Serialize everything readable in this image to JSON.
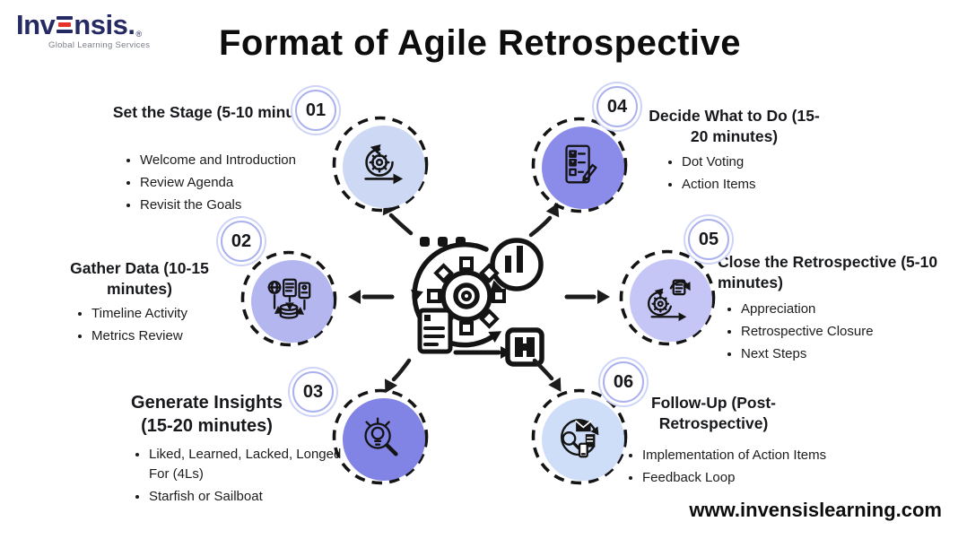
{
  "header": {
    "logo": {
      "brand_prefix": "Inv",
      "brand_suffix": "nsis",
      "brand_dot": ".",
      "registered": "®",
      "tagline": "Global Learning Services"
    },
    "title": "Format of Agile Retrospective"
  },
  "footer": {
    "website": "www.invensislearning.com"
  },
  "center": {
    "icon": "agile-process-gear-illustration"
  },
  "colors": {
    "background": "#ffffff",
    "title_text": "#0d0d0d",
    "body_text": "#1c1c1c",
    "logo_navy": "#252a63",
    "logo_red": "#e8312a",
    "logo_tagline_gray": "#7a7d88",
    "badge_ring": "#ced4f7",
    "dashed_circle": "#141414",
    "arrow": "#1c1c1c"
  },
  "steps": [
    {
      "number": "01",
      "title": "Set the Stage (5-10 minutes)",
      "bullets": [
        "Welcome and Introduction",
        "Review Agenda",
        "Revisit the Goals"
      ],
      "circle_color": "#ccd8f4",
      "icon": "sprint-icon"
    },
    {
      "number": "02",
      "title": "Gather Data (10-15 minutes)",
      "bullets": [
        "Timeline Activity",
        "Metrics Review"
      ],
      "circle_color": "#b4b6f0",
      "icon": "data-gathering-icon"
    },
    {
      "number": "03",
      "title": "Generate Insights (15-20 minutes)",
      "bullets": [
        "Liked, Learned, Lacked, Longed For (4Ls)",
        "Starfish or Sailboat"
      ],
      "circle_color": "#8184e4",
      "icon": "insight-magnifier-icon"
    },
    {
      "number": "04",
      "title": "Decide What to Do (15-20 minutes)",
      "bullets": [
        "Dot Voting",
        "Action Items"
      ],
      "circle_color": "#8b8bea",
      "icon": "checklist-pencil-icon"
    },
    {
      "number": "05",
      "title": "Close the Retrospective (5-10 minutes)",
      "bullets": [
        "Appreciation",
        "Retrospective Closure",
        "Next Steps"
      ],
      "circle_color": "#c5c6f5",
      "icon": "sprint-closure-icon"
    },
    {
      "number": "06",
      "title": "Follow-Up (Post-Retrospective)",
      "bullets": [
        "Implementation of Action Items",
        "Feedback Loop"
      ],
      "circle_color": "#cfdef8",
      "icon": "follow-up-icon"
    }
  ]
}
